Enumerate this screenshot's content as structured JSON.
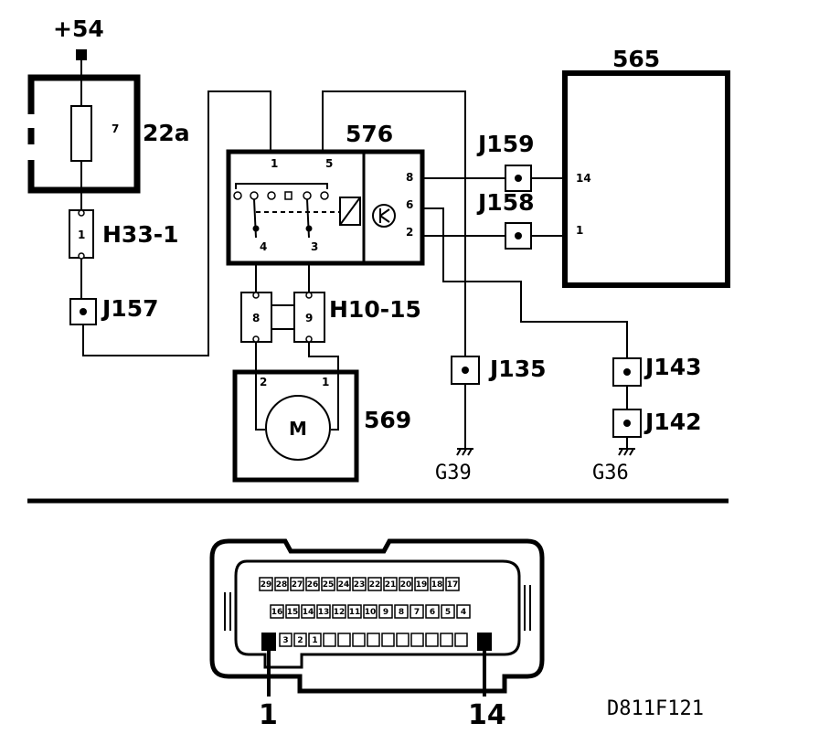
{
  "supply": {
    "label": "+54"
  },
  "fuse_box": {
    "fuse_number": "7",
    "label": "22a"
  },
  "connector_h33": {
    "pin": "1",
    "label": "H33-1"
  },
  "connector_h10": {
    "pins": [
      "8",
      "9"
    ],
    "label": "H10-15"
  },
  "relay": {
    "label": "576",
    "pins": [
      "1",
      "5",
      "4",
      "3",
      "8",
      "6",
      "2"
    ]
  },
  "module": {
    "label": "565",
    "pins": [
      "14",
      "1"
    ]
  },
  "motor": {
    "label": "569",
    "symbol": "M",
    "pins": [
      "2",
      "1"
    ]
  },
  "junctions": {
    "j157": "J157",
    "j159": "J159",
    "j158": "J158",
    "j135": "J135",
    "j143": "J143",
    "j142": "J142"
  },
  "grounds": {
    "g39": "G39",
    "g36": "G36"
  },
  "connector_view": {
    "row1": [
      "29",
      "28",
      "27",
      "26",
      "25",
      "24",
      "23",
      "22",
      "21",
      "20",
      "19",
      "18",
      "17"
    ],
    "row2": [
      "16",
      "15",
      "14",
      "13",
      "12",
      "11",
      "10",
      "9",
      "8",
      "7",
      "6",
      "5",
      "4"
    ],
    "row3": [
      "3",
      "2",
      "1",
      "",
      "",
      "",
      "",
      "",
      "",
      "",
      "",
      "",
      ""
    ],
    "marker_left": "1",
    "marker_right": "14"
  },
  "diagram_code": "D811F121"
}
